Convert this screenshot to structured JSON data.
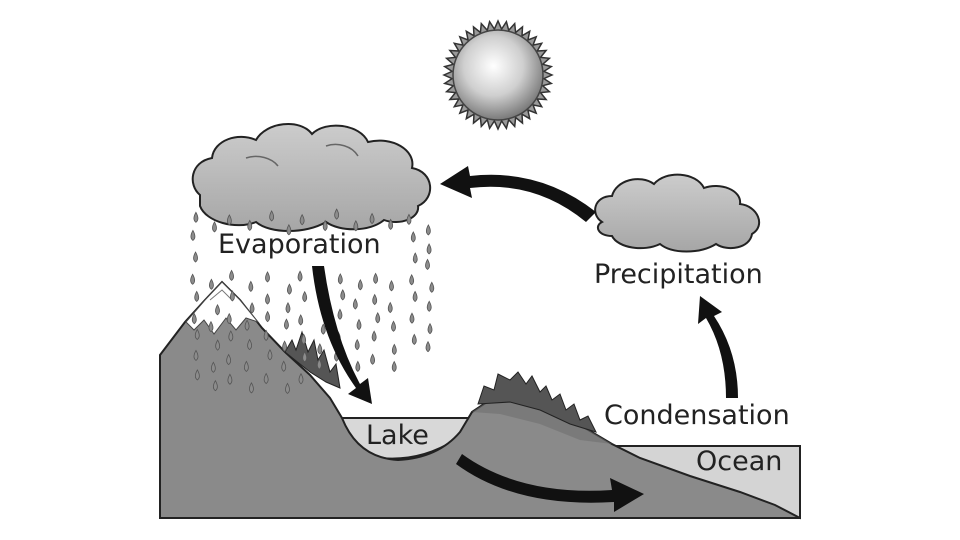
{
  "labels": {
    "evaporation": "Evaporation",
    "precipitation": "Precipitation",
    "condensation": "Condensation",
    "lake": "Lake",
    "ocean": "Ocean"
  },
  "icons": {
    "sun": "sun-icon",
    "cloud": "cloud-icon",
    "rain": "raindrops-icon",
    "arrow": "arrow-icon",
    "trees": "trees-icon",
    "mountain": "mountain-icon"
  },
  "colors": {
    "land": "#8c8c8c",
    "land_dark": "#6e6e6e",
    "snow": "#ffffff",
    "cloud": "#b8b8b8",
    "water": "#d4d4d4",
    "arrow": "#111111",
    "outline": "#222222",
    "sun": "#d0d0d0"
  }
}
